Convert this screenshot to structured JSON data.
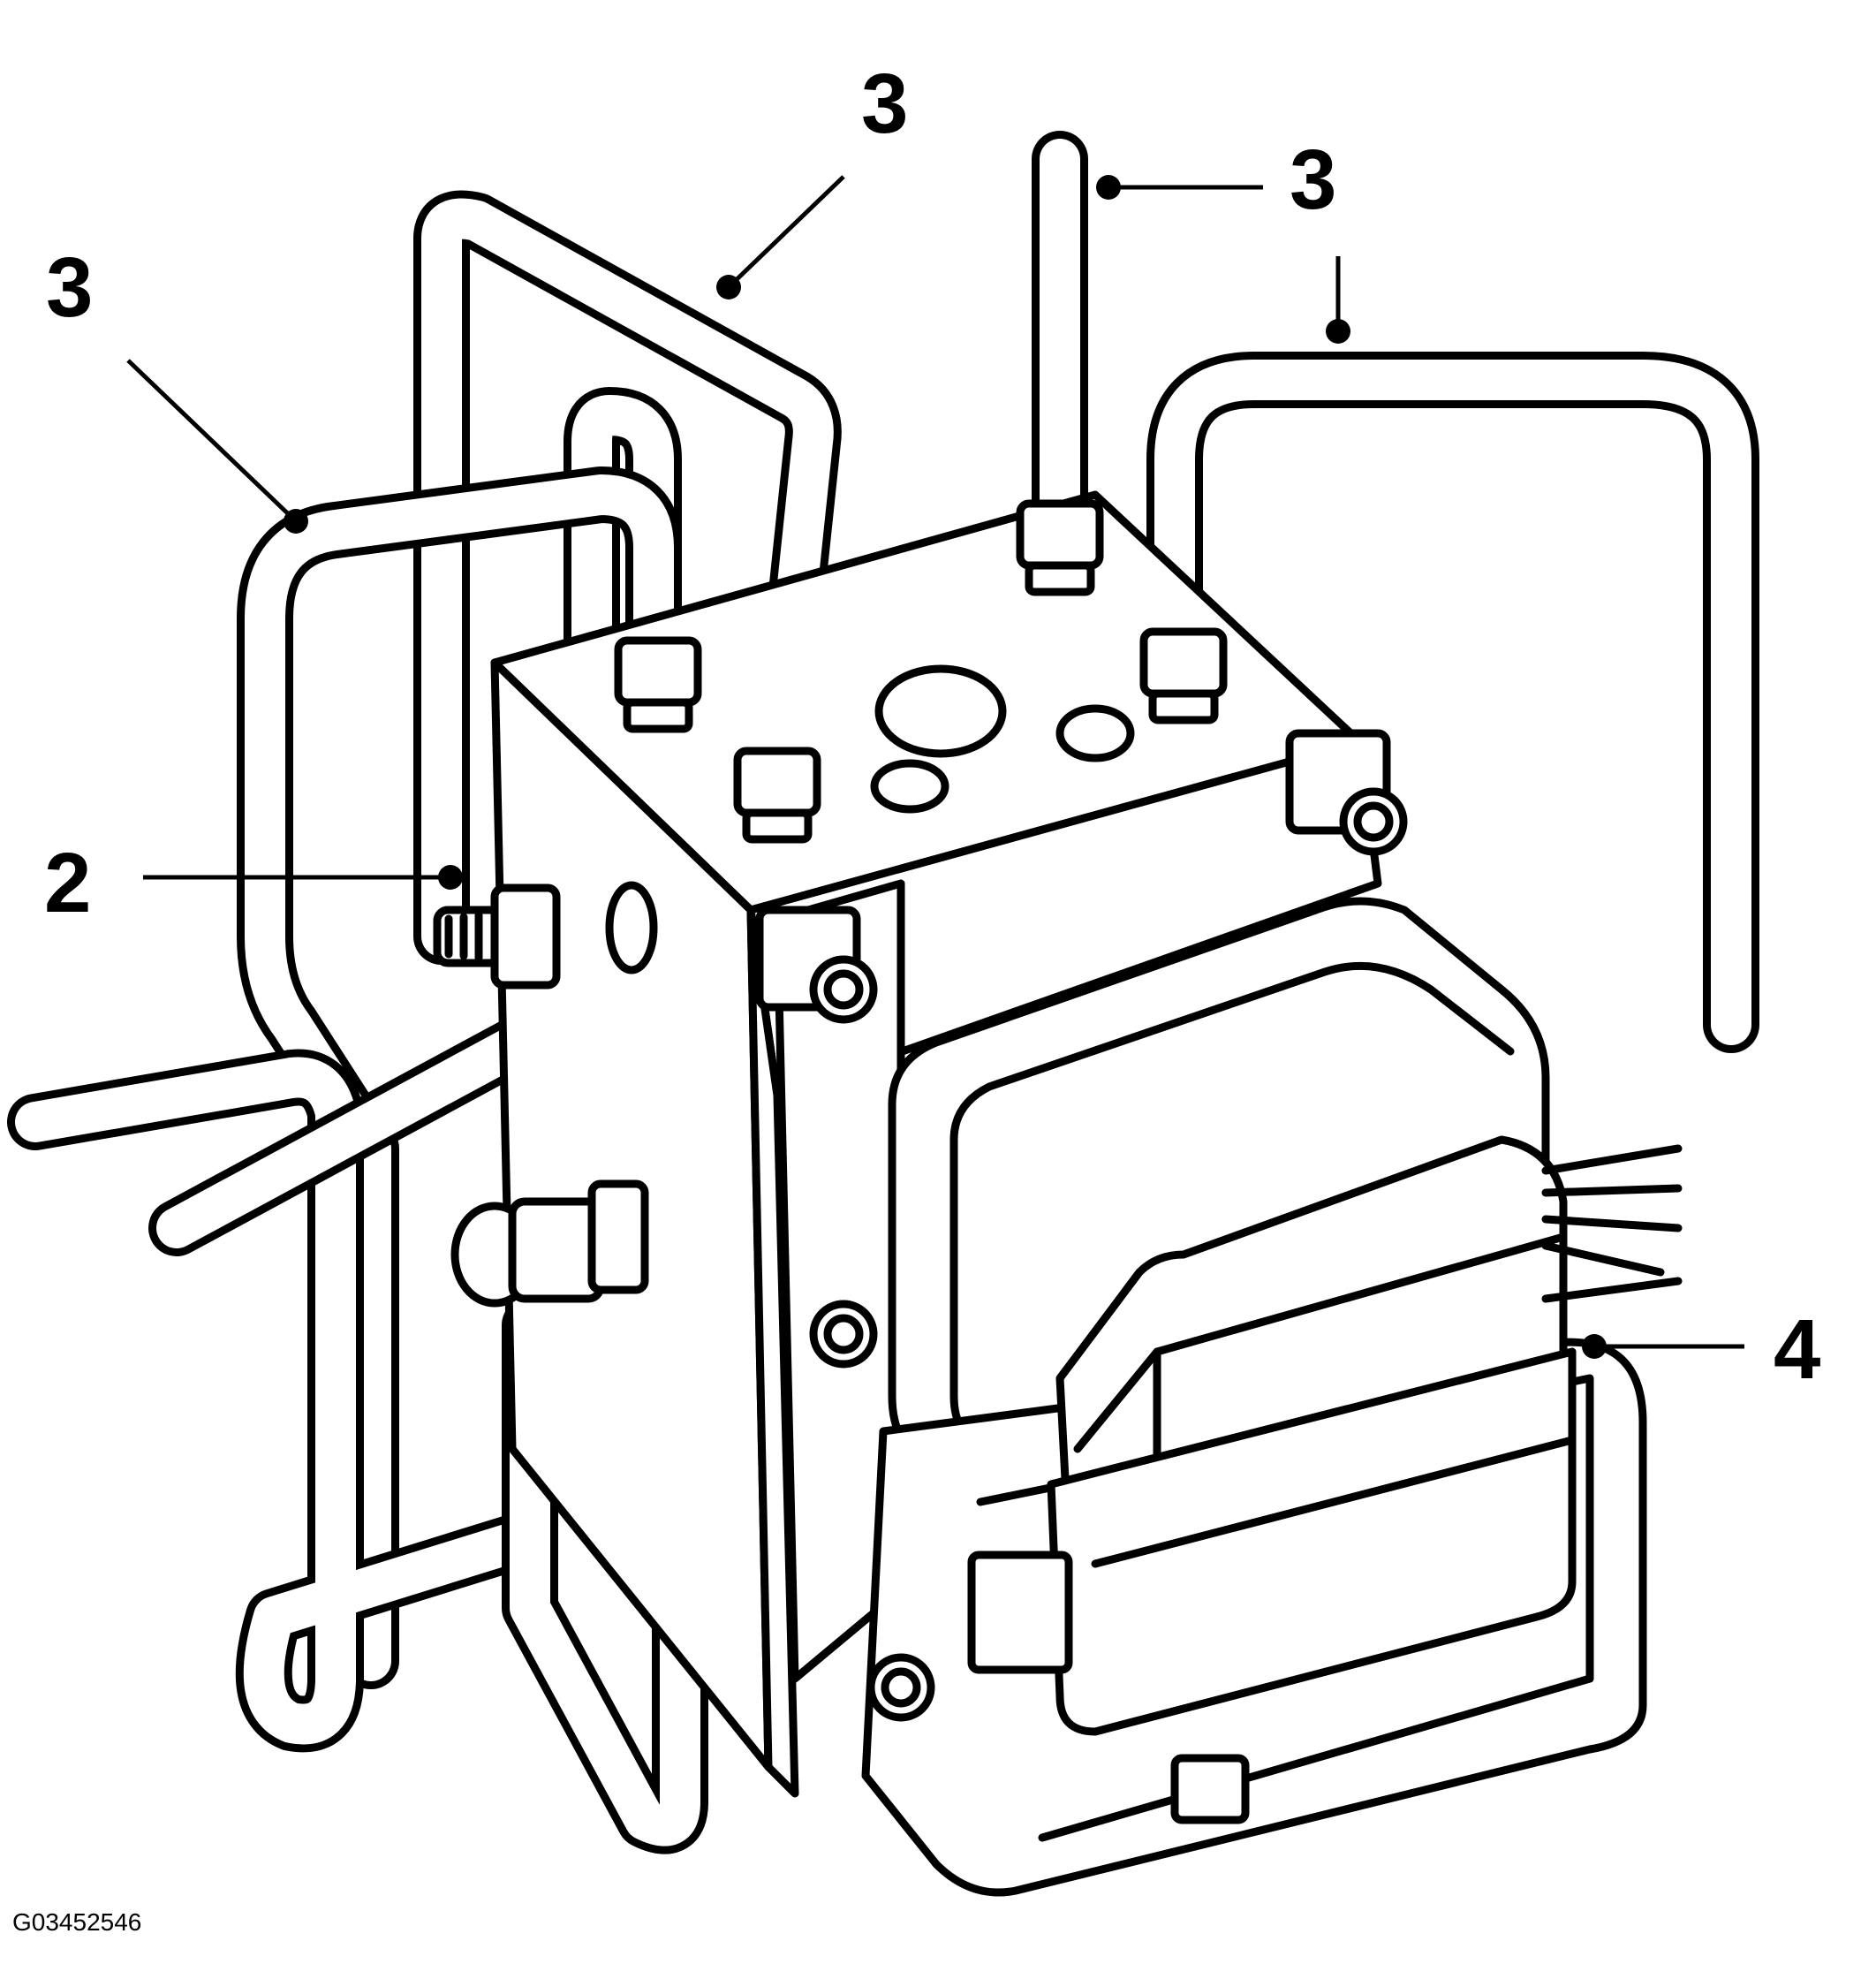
{
  "callouts": {
    "c3_left": "3",
    "c3_top_mid": "3",
    "c3_top_right": "3",
    "c2": "2",
    "c4": "4"
  },
  "figure_id": "G03452546"
}
